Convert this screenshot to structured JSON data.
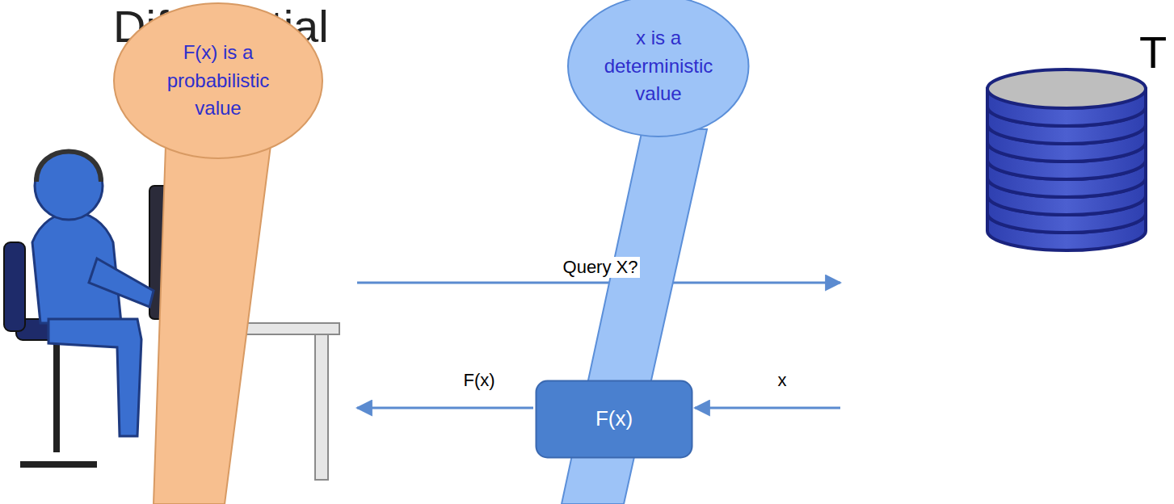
{
  "diagram": {
    "title": "Differential",
    "nodes": [
      {
        "text": [
          "F(x) is a probabilistic value"
        ]
      },
      {
        "text": [
          "x is a deterministic value"
        ]
      },
      {
        "text": [
          "F(x)"
        ]
      }
    ],
    "labels": [
      "Query X?",
      "F(x)",
      "x",
      "T"
    ]
  }
}
